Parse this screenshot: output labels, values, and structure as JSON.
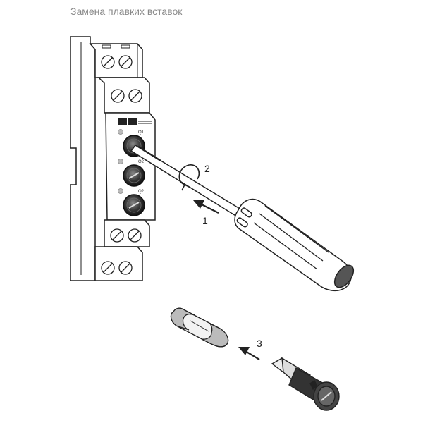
{
  "title": "Замена плавких вставок",
  "fuse_labels": [
    "Q1",
    "Q2",
    "Q2"
  ],
  "steps": [
    "1",
    "2",
    "3"
  ],
  "colors": {
    "line": "#222222",
    "text_title": "#8a8a8a",
    "panel_fill": "#ffffff"
  }
}
